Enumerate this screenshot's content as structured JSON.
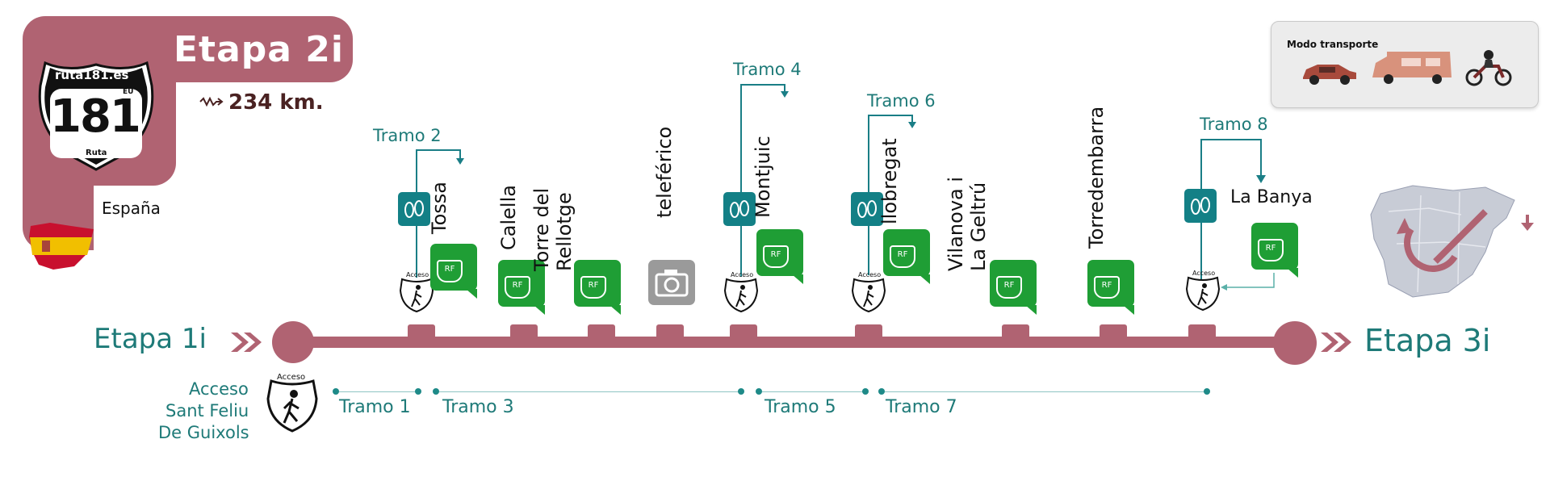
{
  "header": {
    "stage_title": "Etapa 2i",
    "distance": "234 km.",
    "logo_site": "ruta181.es",
    "logo_number": "181",
    "logo_eu": "EU",
    "logo_word": "Ruta",
    "country": "España"
  },
  "transport": {
    "title": "Modo transporte"
  },
  "route": {
    "prev_stage": "Etapa 1i",
    "next_stage": "Etapa 3i",
    "start_access_label": "Acceso",
    "start_access": [
      "Acceso",
      "Sant Feliu",
      "De Guixols"
    ],
    "access_label": "Acceso",
    "rf_label": "RF",
    "stops": [
      {
        "name_lines": [
          "Tossa"
        ]
      },
      {
        "name_lines": [
          "Calella"
        ]
      },
      {
        "name_lines": [
          "Torre del",
          "Rellotge"
        ]
      },
      {
        "name_lines": [
          "teleférico"
        ]
      },
      {
        "name_lines": [
          "Montjuic"
        ]
      },
      {
        "name_lines": [
          "llobregat"
        ]
      },
      {
        "name_lines": [
          "Vilanova i",
          "La Geltrú"
        ]
      },
      {
        "name_lines": [
          "Torredembarra"
        ]
      },
      {
        "name_lines": [
          "La Banya"
        ]
      }
    ],
    "tramos_top": [
      "Tramo 2",
      "Tramo 4",
      "Tramo 6",
      "Tramo 8"
    ],
    "tramos_bottom": [
      "Tramo 1",
      "Tramo 3",
      "Tramo 5",
      "Tramo 7"
    ]
  },
  "colors": {
    "brand": "#b06372",
    "teal": "#1e7a78",
    "green": "#1f9e35",
    "dark_text": "#4a2222"
  },
  "icons": [
    "logo-shield-icon",
    "spain-flag-map-icon",
    "distance-arrow-icon",
    "car-icon",
    "motorhome-icon",
    "motorcycle-icon",
    "footprints-icon",
    "rf-shield-icon",
    "camera-icon",
    "hiker-access-icon",
    "double-chevron-icon",
    "spain-map-icon"
  ]
}
